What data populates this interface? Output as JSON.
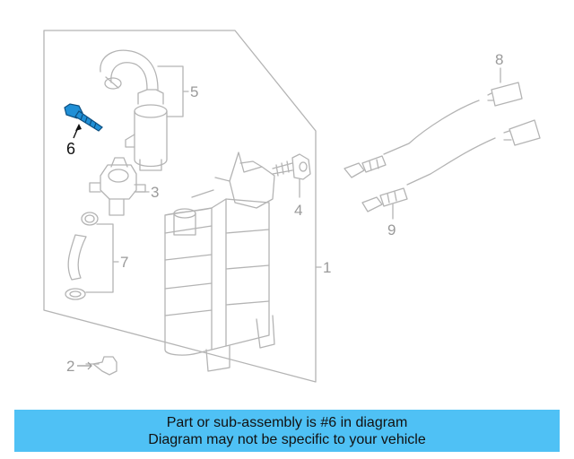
{
  "diagram": {
    "callouts": [
      "1",
      "2",
      "3",
      "4",
      "5",
      "6",
      "7",
      "8",
      "9"
    ],
    "highlighted_part": "6",
    "highlight_color": "#1f8fd6",
    "line_color": "#b4b4b4"
  },
  "banner": {
    "line1": "Part or sub-assembly is #6 in diagram",
    "line2": "Diagram may not be specific to your vehicle",
    "background": "#4fc1f5"
  }
}
